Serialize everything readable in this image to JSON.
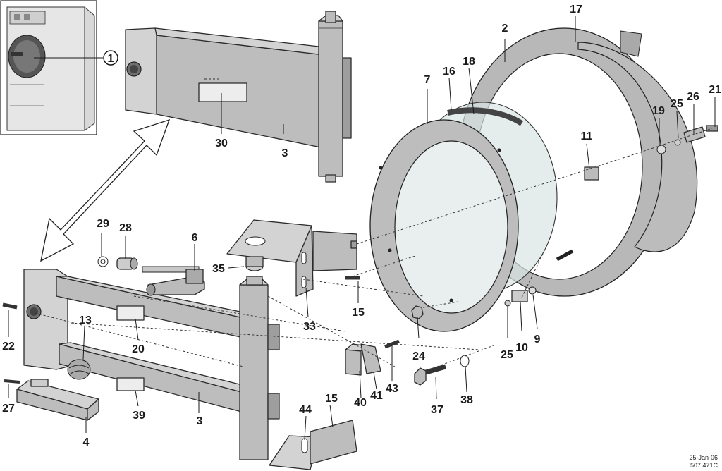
{
  "diagram": {
    "inset_callout": "1",
    "part_numbers": [
      "2",
      "3",
      "3",
      "4",
      "6",
      "7",
      "9",
      "10",
      "11",
      "13",
      "15",
      "15",
      "16",
      "17",
      "18",
      "19",
      "20",
      "21",
      "22",
      "24",
      "25",
      "25",
      "26",
      "27",
      "28",
      "29",
      "30",
      "33",
      "35",
      "37",
      "38",
      "39",
      "40",
      "41",
      "43",
      "44"
    ],
    "footer_date": "25-Jan-06",
    "footer_code": "507 471C"
  }
}
